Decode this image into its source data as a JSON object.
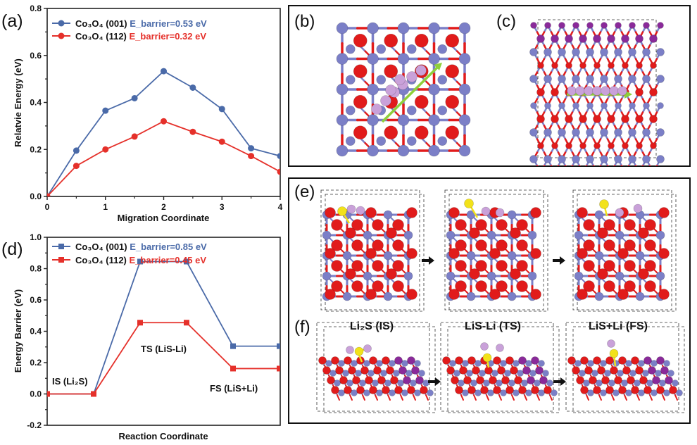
{
  "colors": {
    "blue": "#4a6aa8",
    "red": "#e5302a",
    "co_atom": "#7b7fc7",
    "o_atom": "#e11b1b",
    "li_atom": "#c9a1d9",
    "s_atom": "#f2e21a",
    "co_dark": "#8a2a9a"
  },
  "panel_labels": {
    "a": "(a)",
    "b": "(b)",
    "c": "(c)",
    "d": "(d)",
    "e": "(e)",
    "f": "(f)"
  },
  "panel_f_titles": [
    "Li₂S (IS)",
    "LiS-Li (TS)",
    "LiS+Li (FS)"
  ],
  "chart_data": [
    {
      "type": "line",
      "panel": "(a)",
      "xlabel": "Migration Coordinate",
      "ylabel": "Relatvie Energy (eV)",
      "xlim": [
        0,
        4
      ],
      "ylim": [
        0,
        0.8
      ],
      "xticks": [
        "0",
        "1",
        "2",
        "3",
        "4"
      ],
      "yticks": [
        "0.0",
        "0.2",
        "0.4",
        "0.6",
        "0.8"
      ],
      "legend_position": "top-left",
      "series": [
        {
          "name": "Co₃O₄ (001)",
          "annotation": "E_barrier=0.53 eV",
          "color": "#4a6aa8",
          "marker": "circle",
          "x": [
            0,
            0.5,
            1,
            1.5,
            2,
            2.5,
            3,
            3.5,
            4
          ],
          "y": [
            0,
            0.195,
            0.365,
            0.418,
            0.533,
            0.463,
            0.372,
            0.205,
            0.172
          ]
        },
        {
          "name": "Co₃O₄ (112)",
          "annotation": "E_barrier=0.32 eV",
          "color": "#e5302a",
          "marker": "circle",
          "x": [
            0,
            0.5,
            1,
            1.5,
            2,
            2.5,
            3,
            3.5,
            4
          ],
          "y": [
            0,
            0.13,
            0.2,
            0.255,
            0.32,
            0.275,
            0.233,
            0.172,
            0.105
          ]
        }
      ]
    },
    {
      "type": "line",
      "panel": "(d)",
      "xlabel": "Reaction Coordinate",
      "ylabel": "Energy Barrier (eV)",
      "ylim": [
        -0.2,
        1.0
      ],
      "yticks": [
        "-0.2",
        "0.0",
        "0.2",
        "0.4",
        "0.6",
        "0.8",
        "1.0"
      ],
      "legend_position": "top-left",
      "states": [
        "IS (Li₂S)",
        "TS (LiS-Li)",
        "FS (LiS+Li)"
      ],
      "series": [
        {
          "name": "Co₃O₄ (001)",
          "annotation": "E_barrier=0.85 eV",
          "color": "#4a6aa8",
          "marker": "square",
          "x": [
            0,
            1,
            2,
            3,
            4,
            5
          ],
          "y": [
            0,
            0,
            0.845,
            0.845,
            0.305,
            0.305
          ]
        },
        {
          "name": "Co₃O₄ (112)",
          "annotation": "E_barrier=0.45 eV",
          "color": "#e5302a",
          "marker": "square",
          "x": [
            0,
            1,
            2,
            3,
            4,
            5
          ],
          "y": [
            0,
            0,
            0.455,
            0.455,
            0.162,
            0.162
          ]
        }
      ]
    }
  ]
}
